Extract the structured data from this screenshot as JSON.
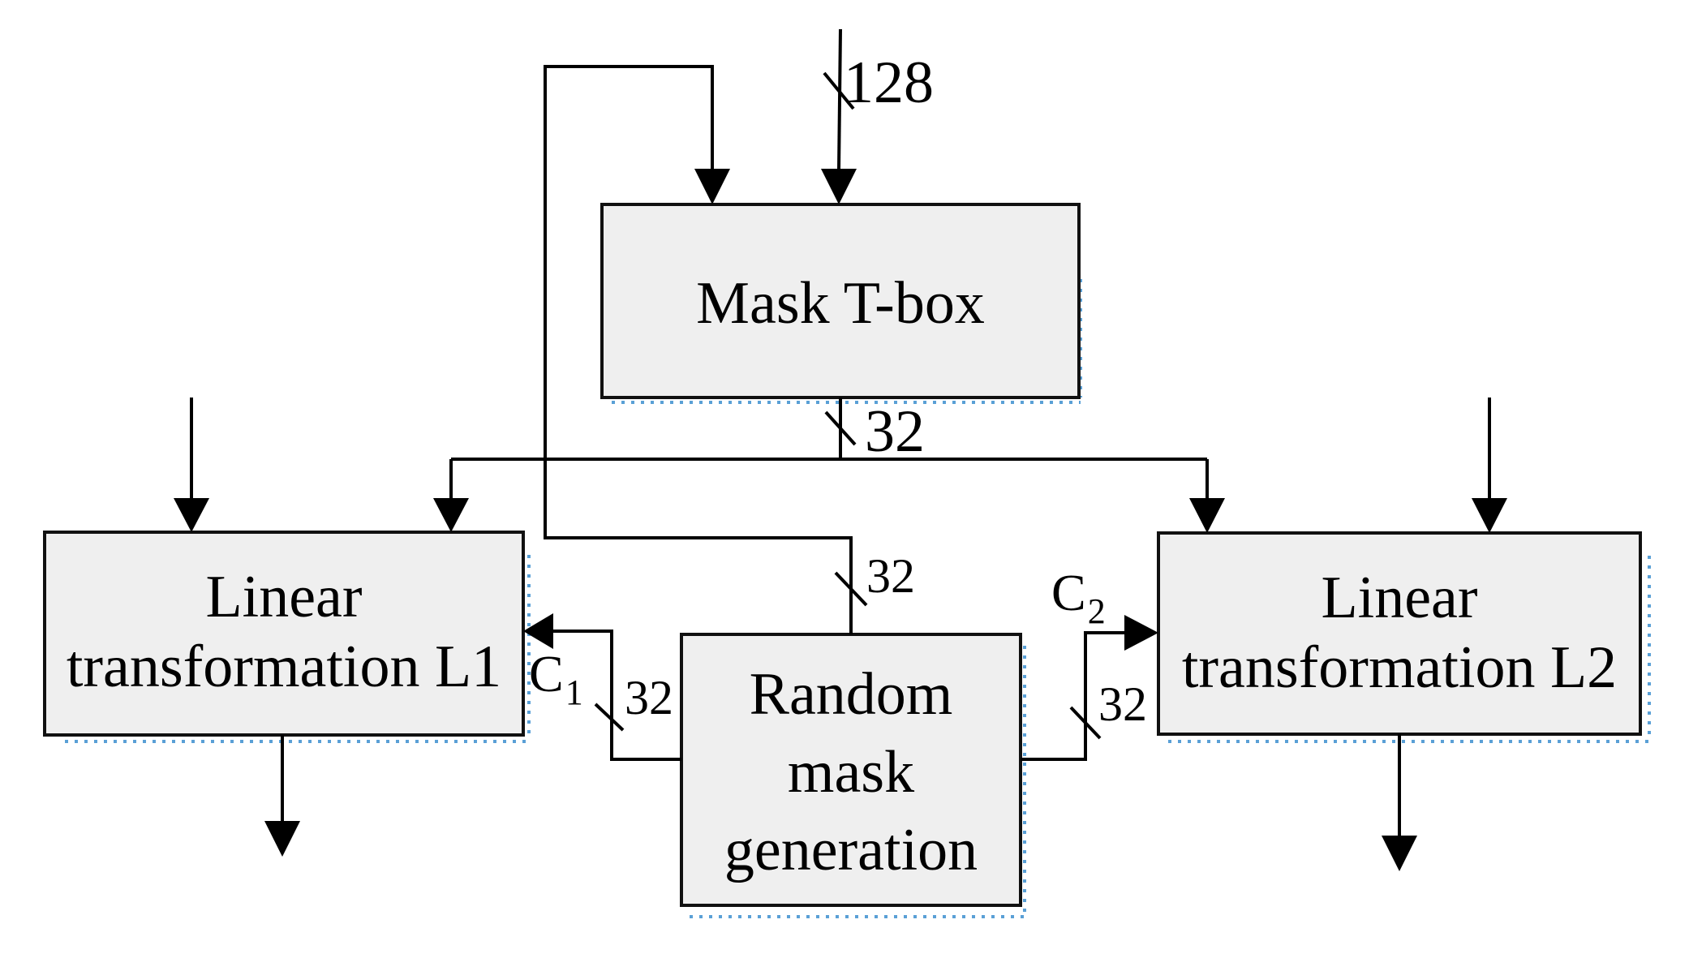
{
  "blocks": {
    "mask_tbox": "Mask T-box",
    "linear_l1": [
      "Linear",
      "transformation L1"
    ],
    "linear_l2": [
      "Linear",
      "transformation L2"
    ],
    "random_mask": [
      "Random",
      "mask",
      "generation"
    ]
  },
  "bus_widths": {
    "input": "128",
    "tbox_output": "32",
    "feedback": "32",
    "c1": "32",
    "c2": "32"
  },
  "signals": {
    "c1": {
      "base": "C",
      "sub": "1"
    },
    "c2": {
      "base": "C",
      "sub": "2"
    }
  },
  "colors": {
    "box_fill": "#efefef",
    "box_border": "#111111",
    "shadow_dots": "#5aa0d6",
    "wire": "#000000"
  }
}
